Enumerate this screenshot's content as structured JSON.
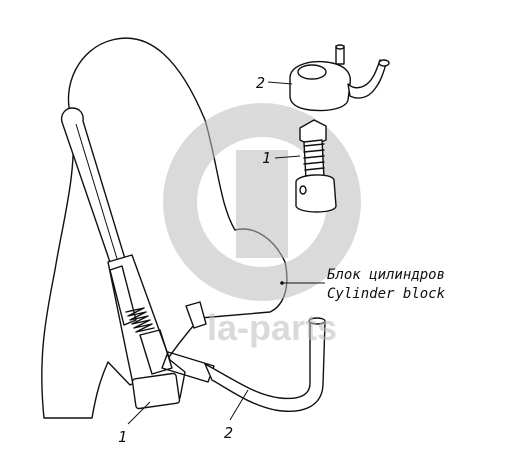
{
  "callouts": {
    "top_part_2": "2",
    "top_part_1": "1",
    "bottom_part_1": "1",
    "bottom_part_2": "2"
  },
  "block_label": {
    "russian": "Блок цилиндров",
    "english": "Cylinder block"
  },
  "watermark": {
    "text": "la-parts",
    "color": "#bdbdbd"
  }
}
